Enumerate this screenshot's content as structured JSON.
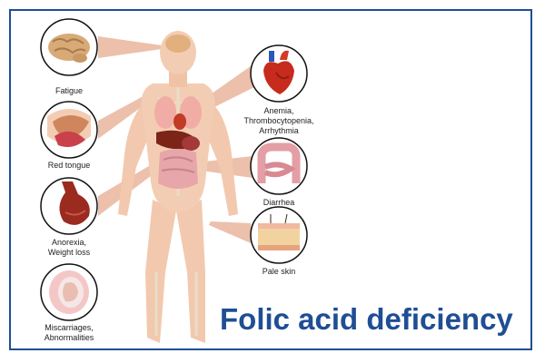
{
  "title": "Folic acid deficiency",
  "colors": {
    "title": "#1f4e94",
    "border": "#1f4e94",
    "connector": "#e6b9a3",
    "skin": "#f3cdb3",
    "organ": "#9b2a1f"
  },
  "symptoms": [
    {
      "id": "fatigue",
      "label": "Fatigue",
      "icon": "brain-icon"
    },
    {
      "id": "red-tongue",
      "label": "Red tongue",
      "icon": "tongue-icon"
    },
    {
      "id": "anorexia",
      "label": "Anorexia,\nWeight loss",
      "icon": "stomach-icon"
    },
    {
      "id": "miscarriages",
      "label": "Miscarriages,\nAbnormalities",
      "icon": "fetus-icon"
    },
    {
      "id": "anemia",
      "label": "Anemia,\nThrombocytopenia,\nArrhythmia",
      "icon": "heart-icon"
    },
    {
      "id": "diarrhea",
      "label": "Diarrhea",
      "icon": "intestine-icon"
    },
    {
      "id": "pale-skin",
      "label": "Pale skin",
      "icon": "skin-icon"
    }
  ]
}
